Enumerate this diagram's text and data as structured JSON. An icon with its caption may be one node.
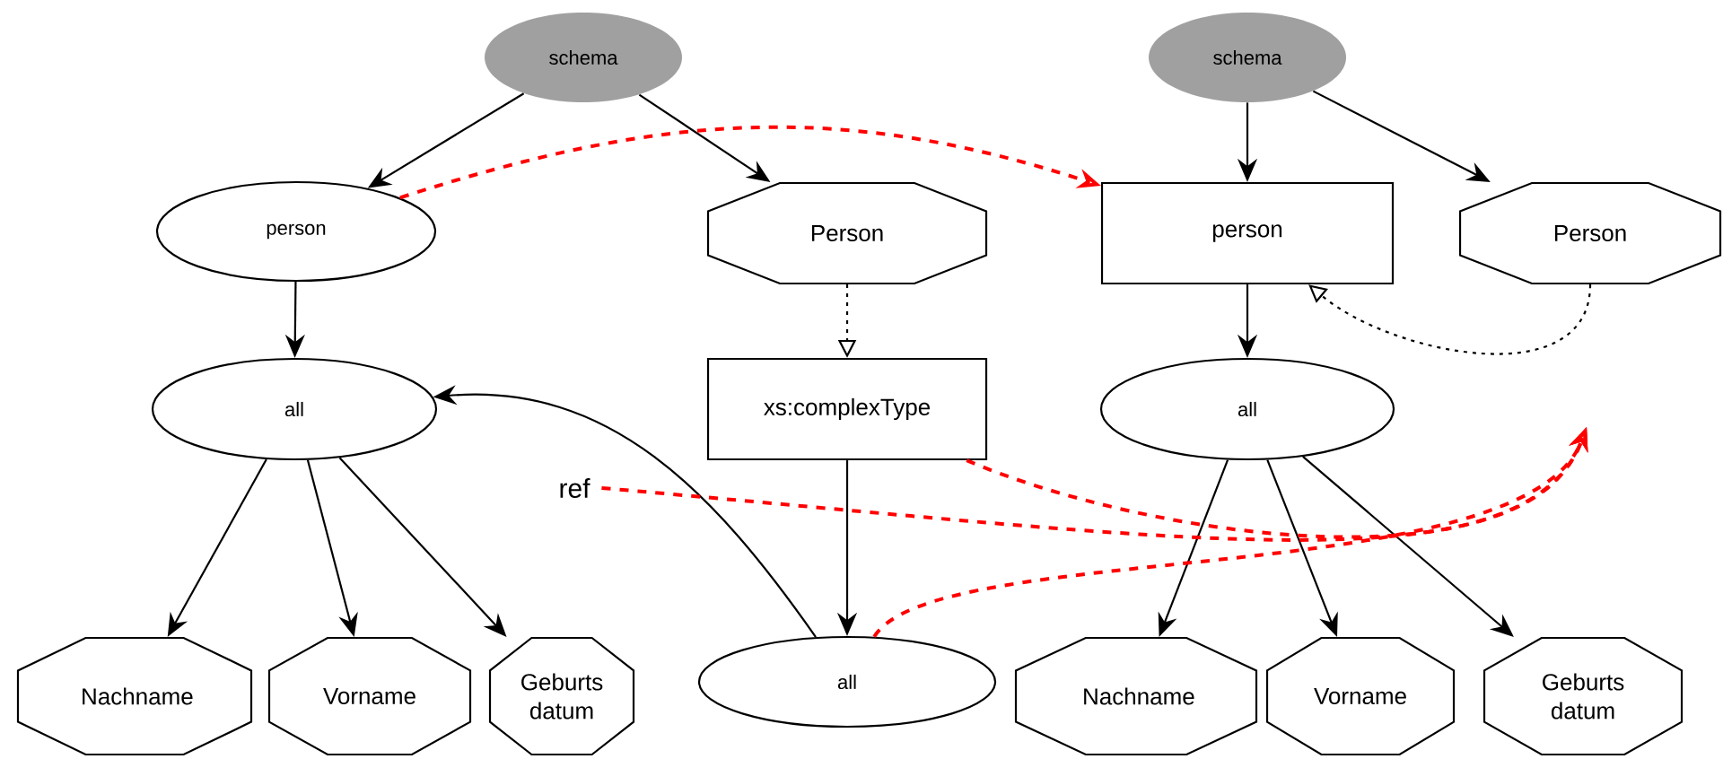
{
  "diagram": {
    "nodes": [
      {
        "text": [
          "schema"
        ]
      },
      {
        "text": [
          "person"
        ]
      },
      {
        "text": [
          "Person"
        ]
      },
      {
        "text": [
          "all"
        ]
      },
      {
        "text": [
          "xs:complexType"
        ]
      },
      {
        "text": [
          "Nachname"
        ]
      },
      {
        "text": [
          "Vorname"
        ]
      },
      {
        "text": [
          "Geburts datum"
        ]
      },
      {
        "text": [
          "all"
        ]
      },
      {
        "text": [
          "schema"
        ]
      },
      {
        "text": [
          "person"
        ]
      },
      {
        "text": [
          "Person"
        ]
      },
      {
        "text": [
          "all"
        ]
      },
      {
        "text": [
          "Nachname"
        ]
      },
      {
        "text": [
          "Vorname"
        ]
      },
      {
        "text": [
          "Geburts datum"
        ]
      },
      {
        "text": [
          "ref"
        ]
      }
    ],
    "edges": [
      {
        "from": 0,
        "to": 1,
        "arrow": "to"
      },
      {
        "from": 0,
        "to": 2,
        "arrow": "to"
      },
      {
        "from": 1,
        "to": 3,
        "arrow": "to"
      },
      {
        "from": 3,
        "to": 5,
        "arrow": "to"
      },
      {
        "from": 3,
        "to": 6,
        "arrow": "to"
      },
      {
        "from": 3,
        "to": 7,
        "arrow": "to"
      },
      {
        "from": 2,
        "to": 4,
        "arrow": "to",
        "style": "dashed"
      },
      {
        "from": 4,
        "to": 8,
        "arrow": "to"
      },
      {
        "from": 8,
        "to": 3,
        "arrow": "to"
      },
      {
        "from": 9,
        "to": 10,
        "arrow": "to"
      },
      {
        "from": 9,
        "to": 11,
        "arrow": "to"
      },
      {
        "from": 10,
        "to": 12,
        "arrow": "to"
      },
      {
        "from": 12,
        "to": 13,
        "arrow": "to"
      },
      {
        "from": 12,
        "to": 14,
        "arrow": "to"
      },
      {
        "from": 12,
        "to": 15,
        "arrow": "to"
      },
      {
        "from": 11,
        "to": 10,
        "arrow": "to",
        "style": "dashed"
      },
      {
        "from": 1,
        "to": 10,
        "arrow": "to",
        "style": "dashed",
        "color": "#ff0000"
      },
      {
        "from": 8,
        "to": null,
        "arrow": "to",
        "style": "dashed",
        "color": "#ff0000"
      },
      {
        "from": 4,
        "to": null,
        "arrow": "to",
        "style": "dashed",
        "color": "#ff0000"
      },
      {
        "from": 16,
        "to": null,
        "arrow": "to",
        "style": "dashed",
        "color": "#ff0000"
      }
    ]
  }
}
